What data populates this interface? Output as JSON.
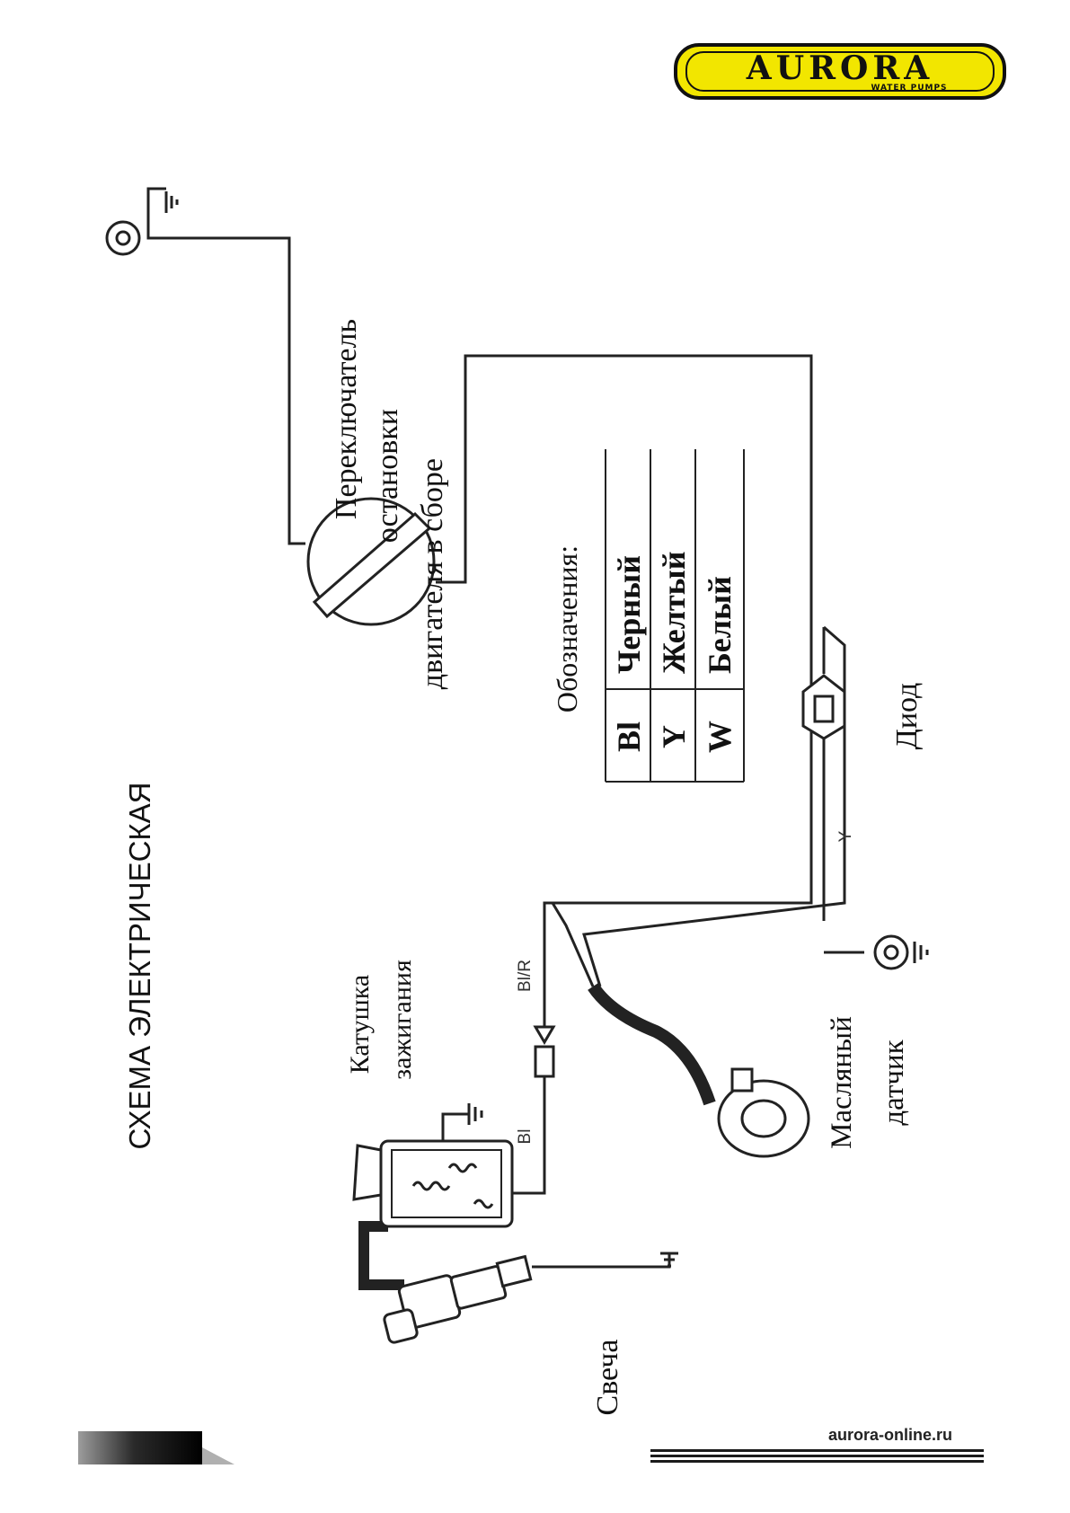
{
  "brand": {
    "name": "AURORA",
    "tagline": "WATER PUMPS",
    "colors": {
      "fill": "#f2e600",
      "outline": "#111111"
    }
  },
  "title": "СХЕМА ЭЛЕКТРИЧЕСКАЯ",
  "components": {
    "stop_switch": [
      "Переключатель",
      "остановки",
      "двигателя в сборе"
    ],
    "ignition_coil": [
      "Катушка",
      "зажигания"
    ],
    "spark_plug": "Свеча",
    "oil_sensor": [
      "Масляный",
      "датчик"
    ],
    "diode": "Диод"
  },
  "wire_labels": {
    "black": "Bl",
    "black_red": "Bl/R",
    "yellow": "Y"
  },
  "legend": {
    "title": "Обозначения:",
    "rows": [
      {
        "code": "Bl",
        "name": "Черный"
      },
      {
        "code": "Y",
        "name": "Желтый"
      },
      {
        "code": "W",
        "name": "Белый"
      }
    ]
  },
  "footer": {
    "website": "aurora-online.ru"
  }
}
